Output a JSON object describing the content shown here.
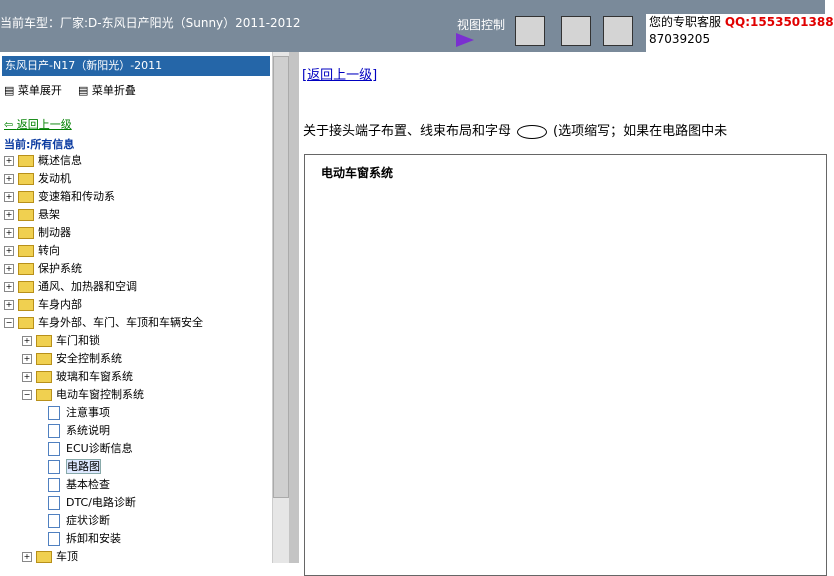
{
  "header": {
    "title": "当前车型：厂家:D-东风日产阳光（Sunny）2011-2012",
    "view_label": "视图控制",
    "service_label": "您的专职客服",
    "qq": "QQ:1553501388",
    "phone": "87039205"
  },
  "sidebar": {
    "selected": "东风日产-N17（新阳光）-2011",
    "expand": "菜单展开",
    "collapse": "菜单折叠",
    "back": "返回上一级",
    "current": "当前:所有信息",
    "tree": [
      "概述信息",
      "发动机",
      "变速箱和传动系",
      "悬架",
      "制动器",
      "转向",
      "保护系统",
      "通风、加热器和空调",
      "车身内部",
      "车身外部、车门、车顶和车辆安全",
      "车门和锁",
      "安全控制系统",
      "玻璃和车窗系统",
      "电动车窗控制系统",
      "注意事项",
      "系统说明",
      "ECU诊断信息",
      "电路图",
      "基本检查",
      "DTC/电路诊断",
      "症状诊断",
      "拆卸和安装",
      "车顶"
    ]
  },
  "main": {
    "back": "[返回上一级]",
    "note_a": "关于接头端子布置、线束布局和字母",
    "note_b": "(选项缩写；如果在电路图中未",
    "diagram_title": "电动车窗系统"
  }
}
